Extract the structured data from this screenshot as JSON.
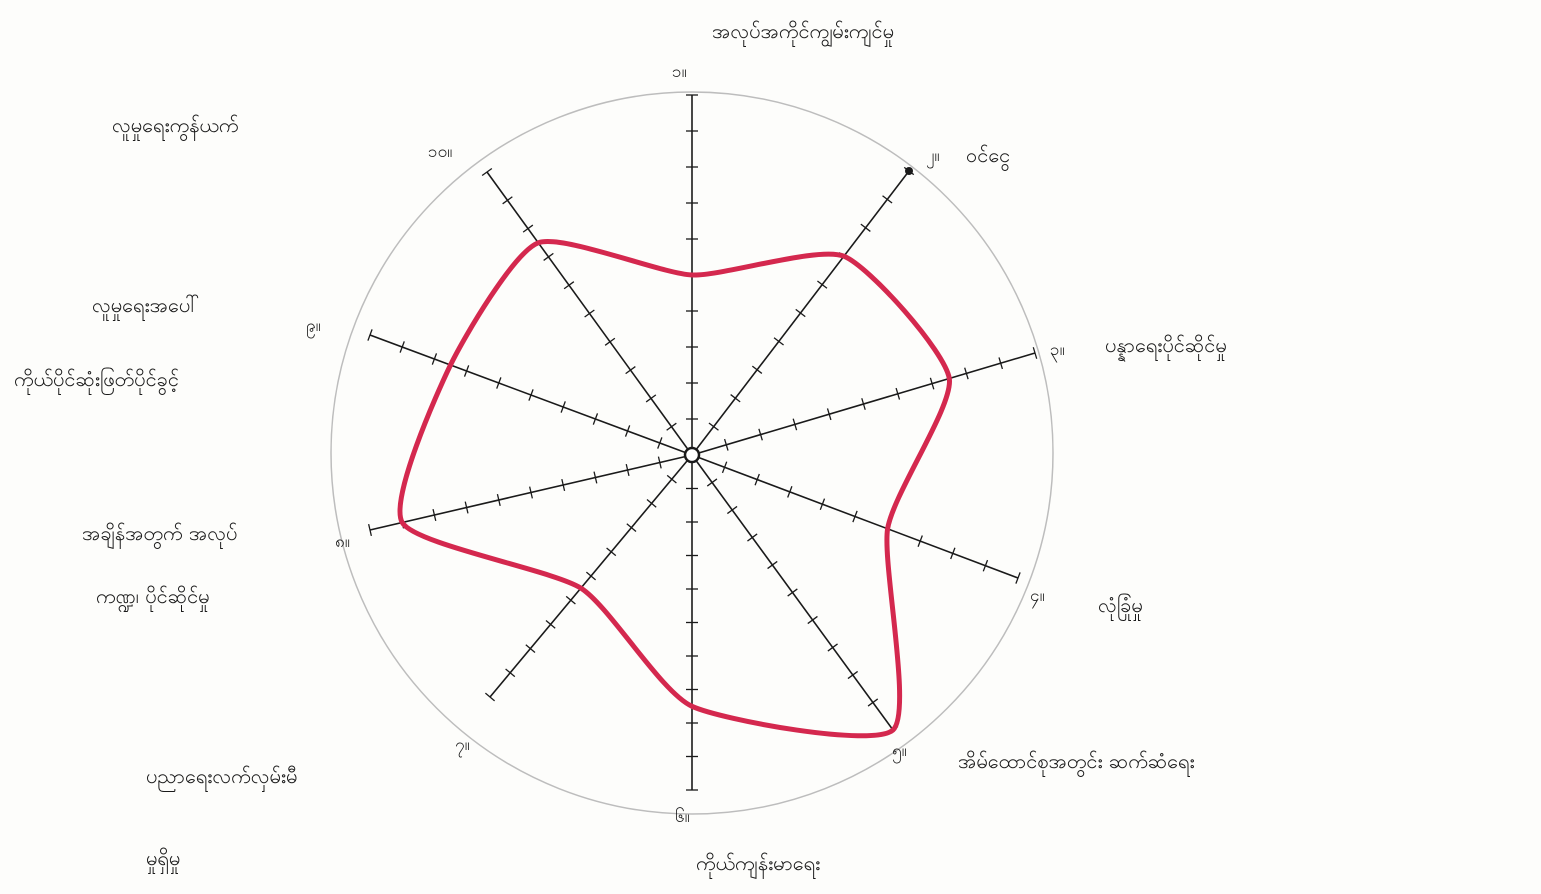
{
  "diagram": {
    "type": "radar",
    "max_score": 10,
    "colors": {
      "polygon": "#d4284e",
      "ink": "#1a1a1a",
      "rim": "#bdbdbd"
    },
    "axes": [
      {
        "number": "၁။",
        "label": "အလုပ်အကိုင်ကျွမ်းကျင်မှု",
        "label2": "",
        "value": 5.0
      },
      {
        "number": "၂။",
        "label": "ဝင်ငွေ",
        "label2": "",
        "value": 7.0
      },
      {
        "number": "၃။",
        "label": "ပန္နာရေးပိုင်ဆိုင်မှု",
        "label2": "",
        "value": 7.5
      },
      {
        "number": "၄။",
        "label": "လုံခြုံမှု",
        "label2": "",
        "value": 6.0
      },
      {
        "number": "၅။",
        "label": "အိမ်ထောင်စုအတွင်း ဆက်ဆံရေး",
        "label2": "",
        "value": 10.0
      },
      {
        "number": "၆။",
        "label": "ကိုယ်ကျန်းမာရေး",
        "label2": "",
        "value": 7.5
      },
      {
        "number": "၇။",
        "label": "ပညာရေးလက်လှမ်းမီ",
        "label2": "မှုရှိမှု",
        "value": 5.5
      },
      {
        "number": "၈။",
        "label": "အချိန်အတွက် အလုပ်",
        "label2": "ကဏ္ဍ၊ ပိုင်ဆိုင်မှု",
        "value": 9.0
      },
      {
        "number": "၉။",
        "label": "လူမှုရေးအပေါ်",
        "label2": "ကိုယ်ပိုင်ဆုံးဖြတ်ပိုင်ခွင့်",
        "value": 7.5
      },
      {
        "number": "၁၀။",
        "label": "လူမှုရေးကွန်ယက်",
        "label2": "",
        "value": 7.5
      }
    ]
  }
}
